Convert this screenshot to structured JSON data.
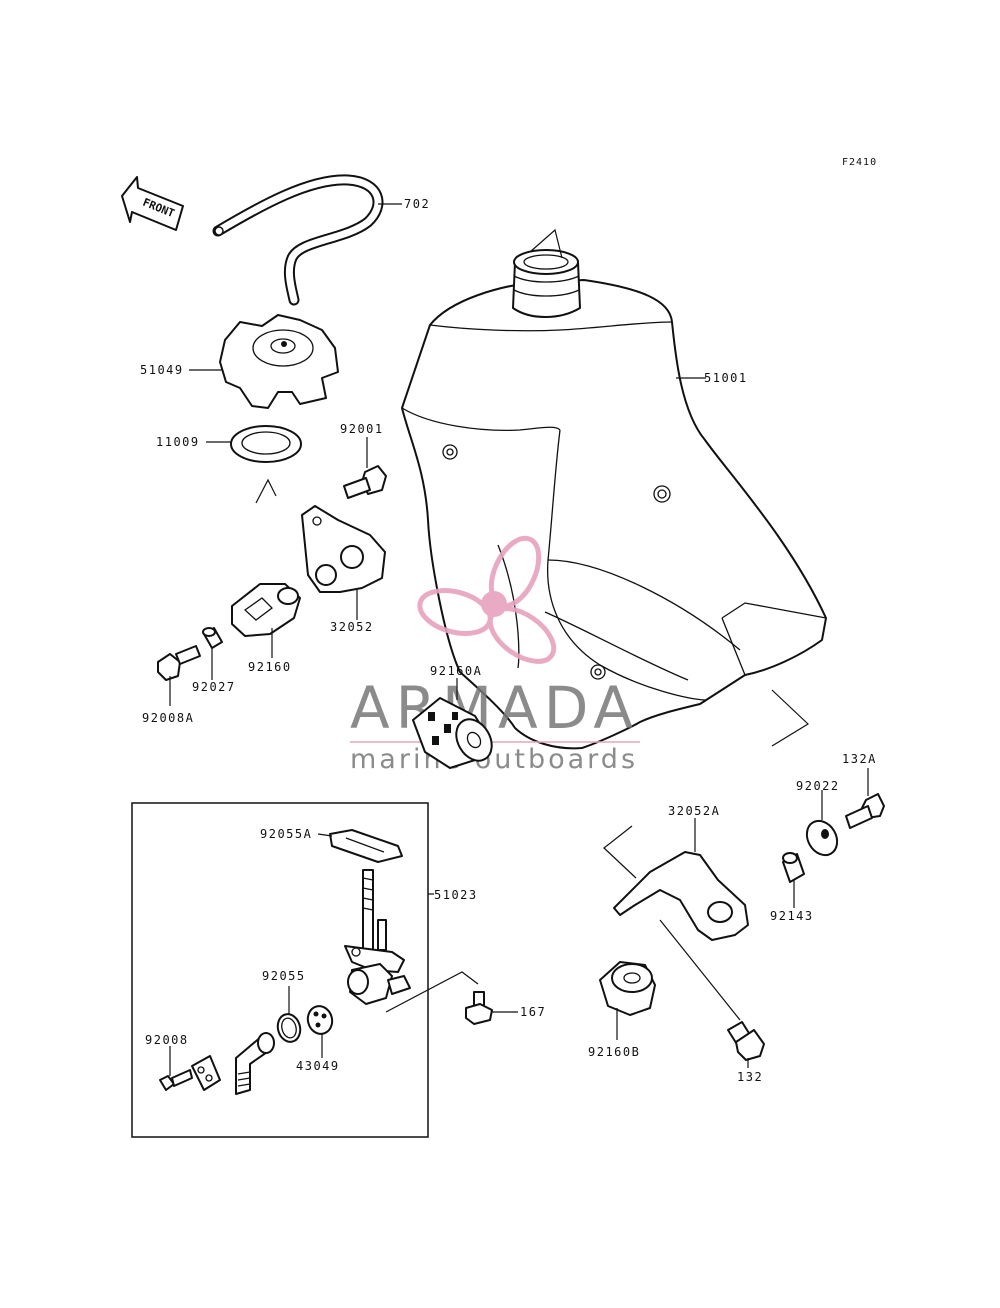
{
  "figure_code": "F2410",
  "front_label": "FRONT",
  "watermark": {
    "brand": "ARMADA",
    "tagline": "marine outboards",
    "color": "#e7a3bd"
  },
  "labels": {
    "p702": "702",
    "p51049": "51049",
    "p11009": "11009",
    "p92001": "92001",
    "p51001": "51001",
    "p32052": "32052",
    "p92160": "92160",
    "p92027": "92027",
    "p92008A": "92008A",
    "p92160A": "92160A",
    "p132A": "132A",
    "p92022": "92022",
    "p32052A": "32052A",
    "p92143": "92143",
    "p92055A": "92055A",
    "p51023": "51023",
    "p92055": "92055",
    "p92008": "92008",
    "p43049": "43049",
    "p167": "167",
    "p92160B": "92160B",
    "p132": "132"
  }
}
